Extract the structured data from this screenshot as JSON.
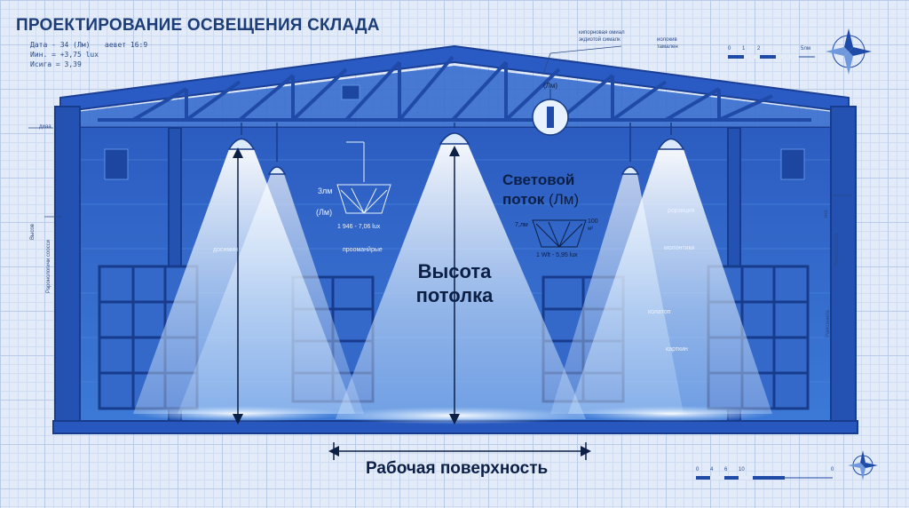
{
  "title": "ПРОЕКТИРОВАНИЕ ОСВЕЩЕНИЯ СКЛАДА",
  "info": {
    "line1": "Дата - 34 (Лм)",
    "line1b": "аевет 16:9",
    "line2": "Иин. = +3,75 lux",
    "line3": "Исига = 3,39"
  },
  "top_notes": {
    "left_a": "кипорновая омиал",
    "left_b": "экдиотой сималк",
    "right_a": "иолокив",
    "right_b": "тамален"
  },
  "scale_top": {
    "t0": "0",
    "t1": "1",
    "t2": "2",
    "t3": "5лм"
  },
  "scale_bottom": {
    "t0": "0",
    "t1": "4",
    "t2": "6",
    "t3": "10",
    "t4": "0"
  },
  "side_labels": {
    "left_top": "диаа",
    "left_mid": "Высов",
    "left_long": "Раронологичи соосси",
    "right_top": "зна",
    "right_v1": "Рамсанипа",
    "right_v2": "Рамсанисана"
  },
  "annotations": {
    "lamp_top": "(Лм)",
    "left_sym": "3лм",
    "left_sym2": "(Лм)",
    "left_lux": "1 946 - 7,06 lux",
    "left_tag": "прооманйрые",
    "left_shelf": "доснмин",
    "right_7": "7,лм",
    "right_100": "100",
    "right_m2": "м²",
    "right_lux": "1 Wlt - 5,95 lux",
    "r_tag1": "рорзиция",
    "r_tag2": "молонтики",
    "r_tag3": "колатоп",
    "r_tag4": "карткин"
  },
  "labels": {
    "flux_line1": "Световой",
    "flux_line2": "поток",
    "flux_unit": "(Лм)",
    "ceiling_line1": "Высота",
    "ceiling_line2": "потолка",
    "work_surface": "Рабочая поверхность"
  },
  "colors": {
    "background": "#e3ebf8",
    "structure": "#2552b5",
    "interior": "#2f63c4",
    "light": "#eaf4ff",
    "ink": "#0c1f45"
  },
  "icons": [
    "compass-rose-icon",
    "compass-rose-small-icon",
    "pendant-lamp-icon"
  ]
}
